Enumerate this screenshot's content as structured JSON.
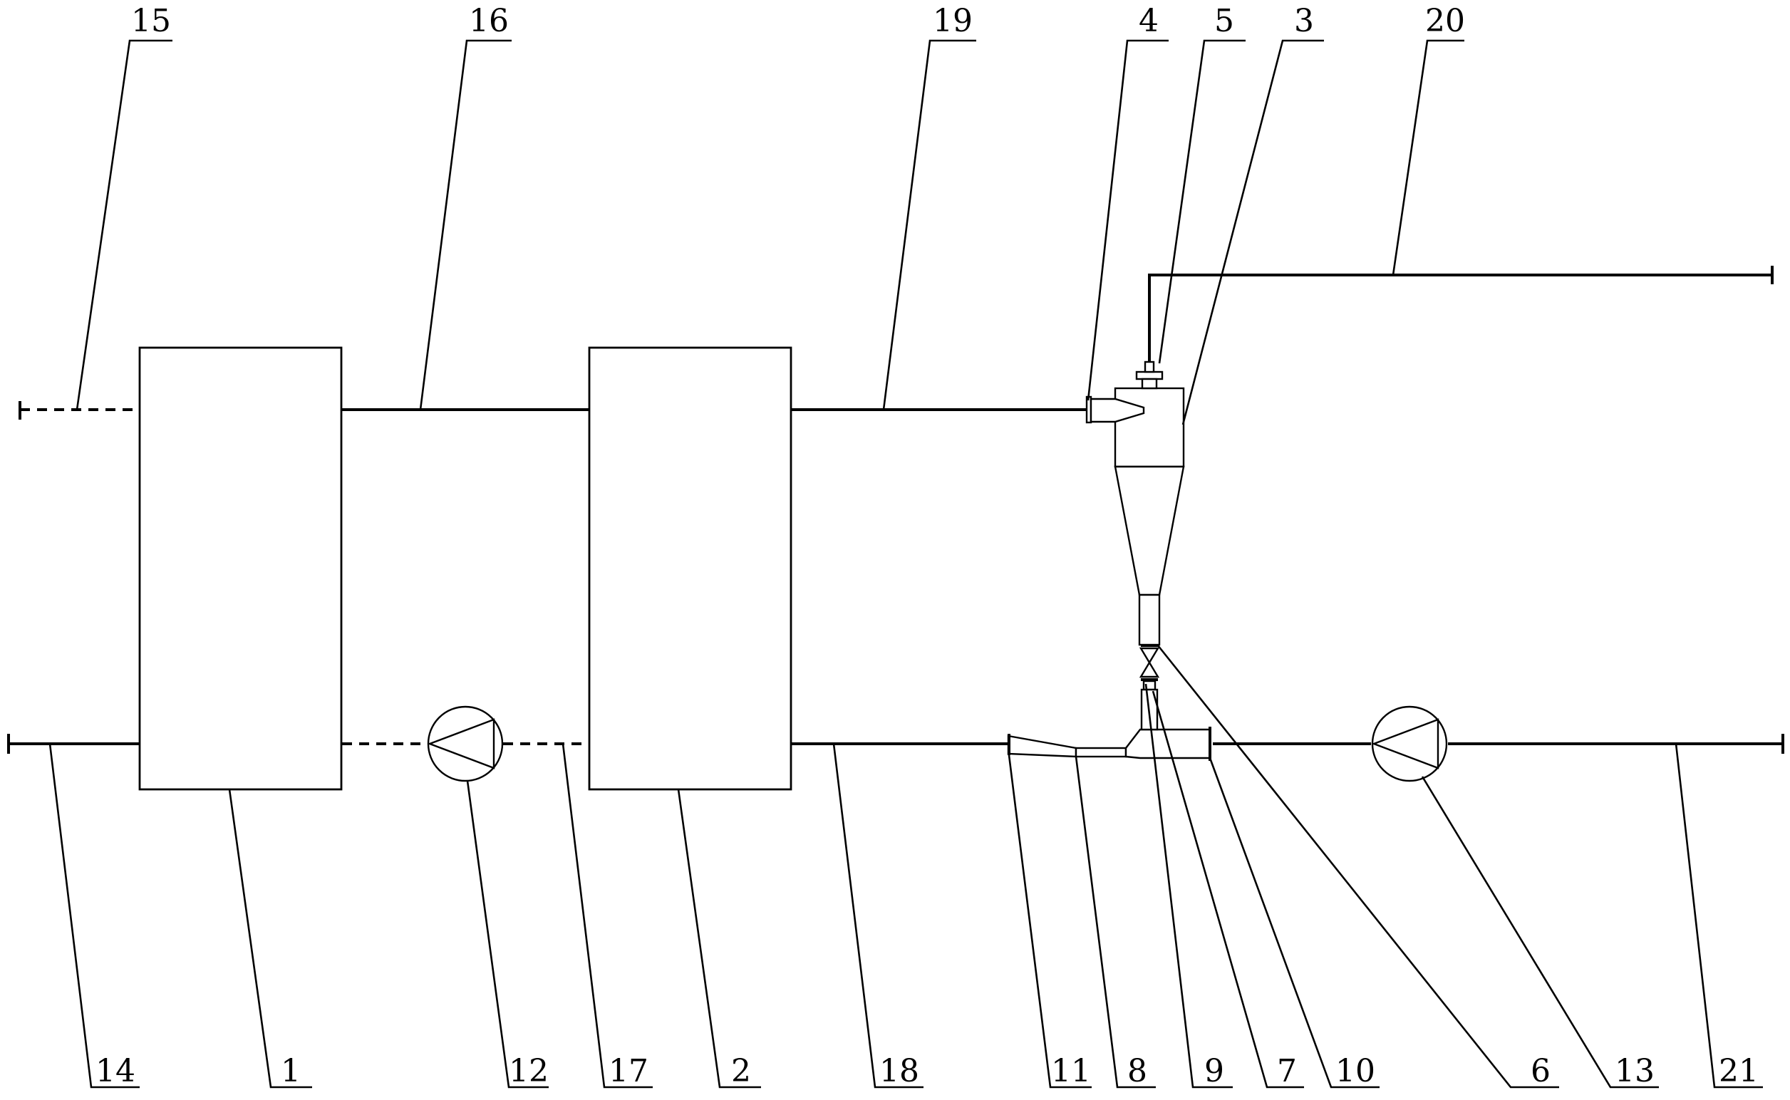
{
  "labels": {
    "l1": "1",
    "l2": "2",
    "l3": "3",
    "l4": "4",
    "l5": "5",
    "l6": "6",
    "l7": "7",
    "l8": "8",
    "l9": "9",
    "l10": "10",
    "l11": "11",
    "l12": "12",
    "l13": "13",
    "l14": "14",
    "l15": "15",
    "l16": "16",
    "l17": "17",
    "l18": "18",
    "l19": "19",
    "l20": "20",
    "l21": "21"
  }
}
